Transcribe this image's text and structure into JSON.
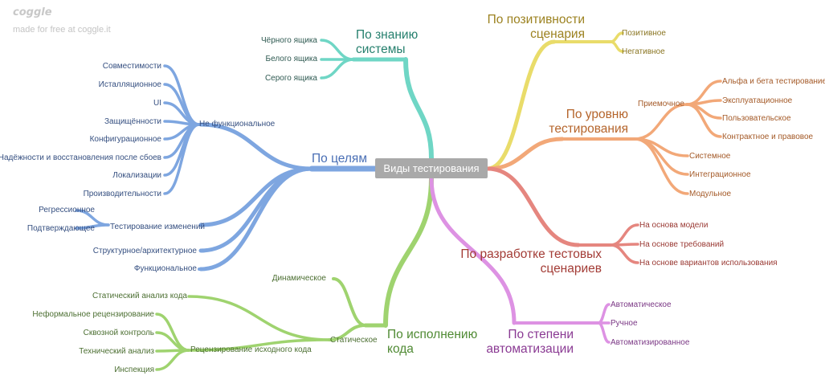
{
  "branding": {
    "logo": "coggle",
    "tagline": "made for free at coggle.it"
  },
  "root": "Виды тестирования",
  "colors": {
    "blue": "#7ea6e0",
    "teal": "#6fd6c5",
    "green": "#9fd36f",
    "yellow": "#e9dc6a",
    "orange": "#f2a878",
    "red": "#e5867f",
    "violet": "#dd92e3",
    "root": "#a9a9a9"
  },
  "branches": {
    "knowledge": {
      "title": "По знанию\nсистемы",
      "items": [
        "Чёрного ящика",
        "Белого ящика",
        "Серого ящика"
      ]
    },
    "goals": {
      "title": "По целям",
      "nonfunctional": {
        "title": "Не функциональное",
        "items": [
          "Совместимости",
          "Исталляционное",
          "UI",
          "Защищённости",
          "Конфигурационное",
          "Надёжности и восстановления после сбоев",
          "Локализации",
          "Производительности"
        ]
      },
      "changes": {
        "title": "Тестирование изменений",
        "items": [
          "Регрессионное",
          "Подтверждающее"
        ]
      },
      "structural": "Структурное/архитектурное",
      "functional": "Функциональное"
    },
    "execution": {
      "title": "По исполнению\nкода",
      "dynamic": "Динамическое",
      "static": {
        "title": "Статическое",
        "analysis": "Статический анализ кода",
        "review": {
          "title": "Рецензирование исходного кода",
          "items": [
            "Неформальное рецензирование",
            "Сквозной контроль",
            "Технический анализ",
            "Инспекция"
          ]
        }
      }
    },
    "positivity": {
      "title": "По позитивности\nсценария",
      "items": [
        "Позитивное",
        "Негативное"
      ]
    },
    "level": {
      "title": "По уровню\nтестирования",
      "acceptance": {
        "title": "Приемочное",
        "items": [
          "Альфа и бета тестирование",
          "Эксплуатационное",
          "Пользовательское",
          "Контрактное и правовое"
        ]
      },
      "items": [
        "Системное",
        "Интеграционное",
        "Модульное"
      ]
    },
    "design": {
      "title": "По разработке тестовых\nсценариев",
      "items": [
        "На основа модели",
        "На основе требований",
        "На основе вариантов использования"
      ]
    },
    "automation": {
      "title": "По степени\nавтоматизации",
      "items": [
        "Автоматическое",
        "Ручное",
        "Автоматизированное"
      ]
    }
  }
}
